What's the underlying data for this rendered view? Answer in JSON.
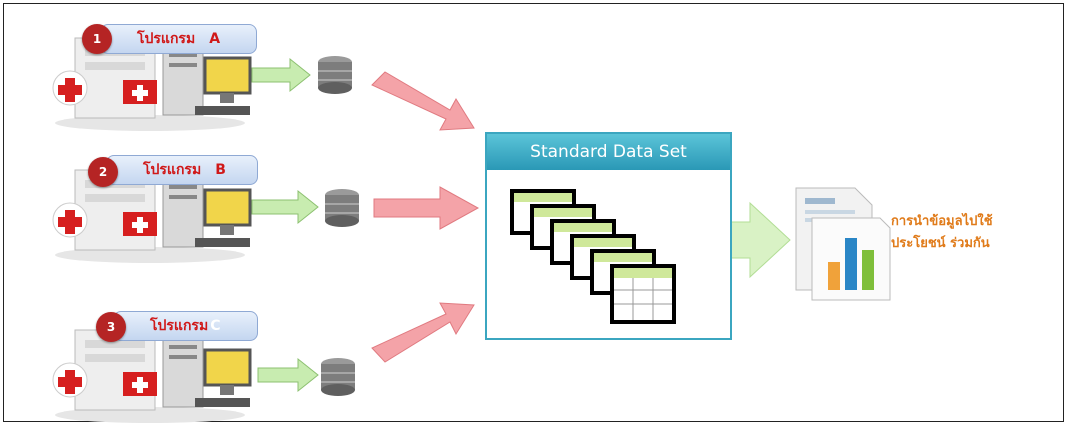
{
  "programs": [
    {
      "number": "1",
      "label": "โปรแกรม",
      "suffix": "A"
    },
    {
      "number": "2",
      "label": "โปรแกรม",
      "suffix": "B"
    },
    {
      "number": "3",
      "label": "โปรแกรม",
      "suffix": "C"
    }
  ],
  "standard_box": {
    "title": "Standard Data Set"
  },
  "output": {
    "line1": "การนำข้อมูลไปใช้",
    "line2": "ประโยชน์ ร่วมกัน"
  },
  "colors": {
    "badge": "#b52424",
    "program_text": "#d01818",
    "box_border": "#3ba6c0",
    "pink_arrow": "#f4a3a8",
    "green_arrow": "#c8ecb0",
    "output_text": "#e07b1a"
  }
}
